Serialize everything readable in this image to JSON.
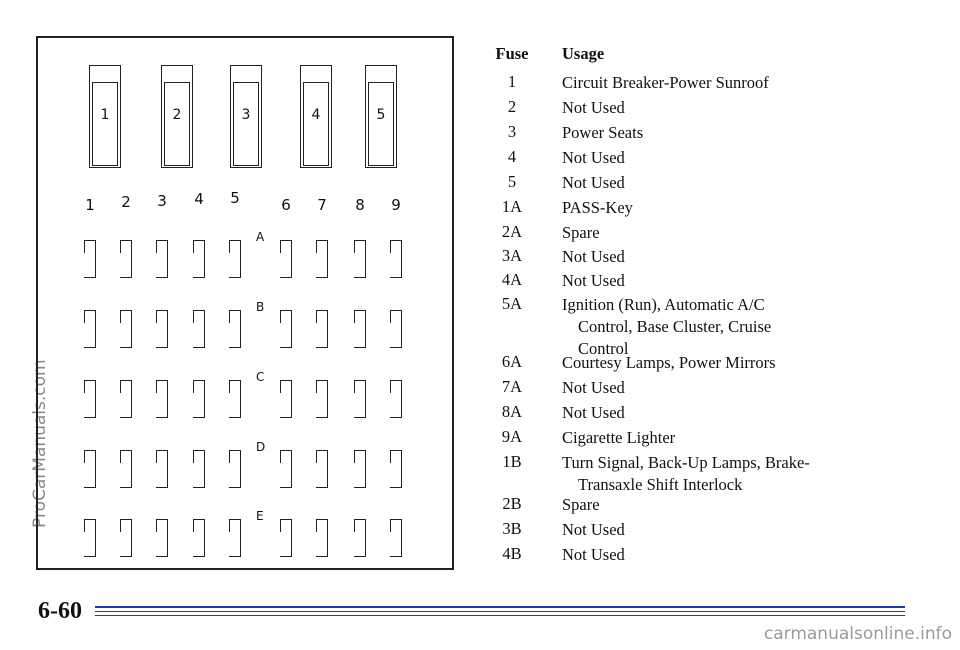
{
  "watermark_left": "ProCarManuals.com",
  "watermark_footer": "carmanualsonline.info",
  "page_number": "6-60",
  "diagram": {
    "large_fuses": [
      "1",
      "2",
      "3",
      "4",
      "5"
    ],
    "column_numbers": [
      "1",
      "2",
      "3",
      "4",
      "5",
      "6",
      "7",
      "8",
      "9"
    ],
    "row_letters": [
      "A",
      "B",
      "C",
      "D",
      "E"
    ]
  },
  "table": {
    "header_fuse": "Fuse",
    "header_usage": "Usage",
    "rows": [
      {
        "fuse": "1",
        "usage": "Circuit Breaker-Power Sunroof"
      },
      {
        "fuse": "2",
        "usage": "Not Used"
      },
      {
        "fuse": "3",
        "usage": "Power Seats"
      },
      {
        "fuse": "4",
        "usage": "Not Used"
      },
      {
        "fuse": "5",
        "usage": "Not Used"
      },
      {
        "fuse": "1A",
        "usage": "PASS-Key"
      },
      {
        "fuse": "2A",
        "usage": "Spare"
      },
      {
        "fuse": "3A",
        "usage": "Not Used"
      },
      {
        "fuse": "4A",
        "usage": "Not Used"
      },
      {
        "fuse": "5A",
        "usage": "Ignition (Run), Automatic A/C Control, Base Cluster, Cruise Control"
      },
      {
        "fuse": "6A",
        "usage": "Courtesy Lamps, Power Mirrors"
      },
      {
        "fuse": "7A",
        "usage": "Not Used"
      },
      {
        "fuse": "8A",
        "usage": "Not Used"
      },
      {
        "fuse": "9A",
        "usage": "Cigarette Lighter"
      },
      {
        "fuse": "1B",
        "usage": "Turn Signal, Back-Up Lamps, Brake-Transaxle Shift Interlock"
      },
      {
        "fuse": "2B",
        "usage": "Spare"
      },
      {
        "fuse": "3B",
        "usage": "Not Used"
      },
      {
        "fuse": "4B",
        "usage": "Not Used"
      }
    ]
  }
}
